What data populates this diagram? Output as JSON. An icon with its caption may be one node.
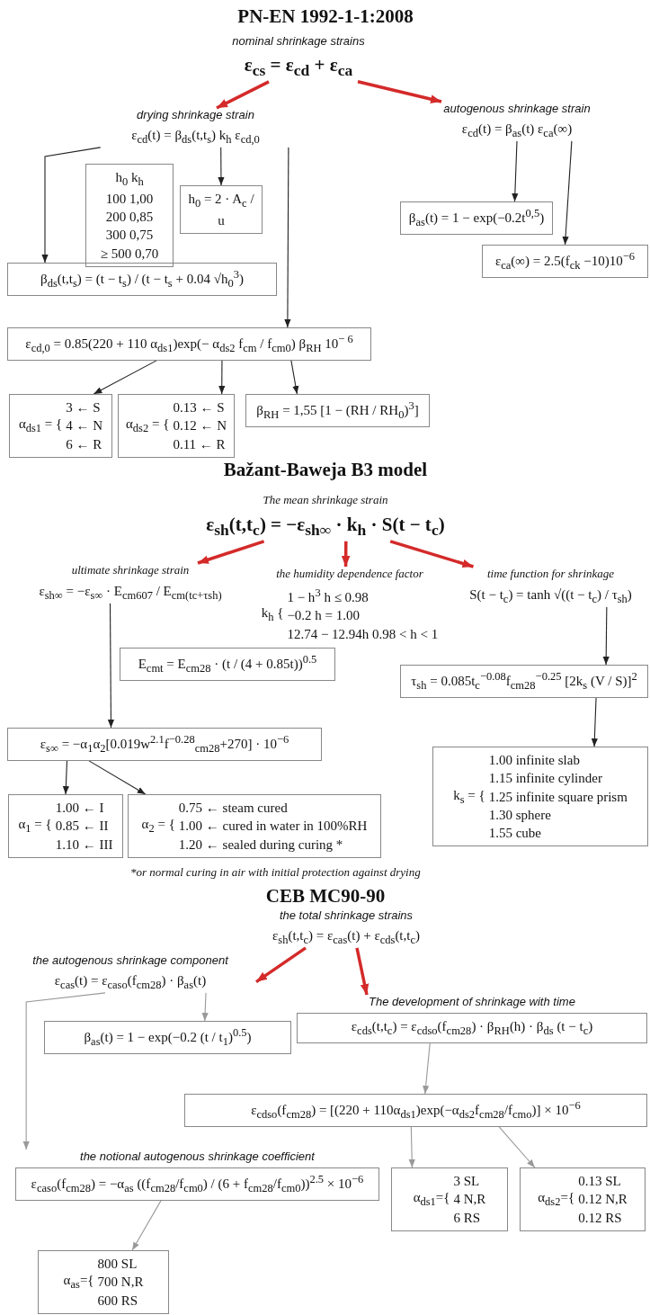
{
  "diagram": {
    "nodes": [
      {
        "text": [
          "nominal shrinkage strains",
          "ε$_{cs}$ = ε$_{cd}$ + ε$_{ca}$"
        ]
      },
      {
        "text": [
          "drying shrinkage strain",
          "ε$_{cd}$(t) = β$_{ds}$(t,t$_{s}$) k$_{h}$ ε$_{cd,0}$"
        ]
      },
      {
        "text": [
          "autogenous shrinkage strain",
          "ε$_{cd}$(t) = β$_{as}$(t) ε$_{ca}$(∞)"
        ]
      },
      {
        "text": [
          "h$_{0}$ k$_{h}$",
          "100 1,00",
          "200 0,85",
          "300 0,75",
          "≥ 500 0,70"
        ]
      },
      {
        "text": [
          "h$_{0}$ = 2 · A$_{c}$ / u"
        ]
      },
      {
        "text": [
          "β$_{ds}$(t,t$_{s}$) = (t − t$_{s}$) / (t − t$_{s}$ + 0.04 √h$_{0}$$^{3}$)"
        ]
      },
      {
        "text": [
          "ε$_{cd,0}$ = 0.85(220 + 110 α$_{ds1}$)exp(− α$_{ds2}$ f$_{cm}$ / f$_{cm0}$) β$_{RH}$ 10$^{− 6}$"
        ]
      },
      {
        "text": [
          "α$_{ds1}$ = {",
          "3 ← S",
          "4 ← N",
          "6 ← R"
        ]
      },
      {
        "text": [
          "α$_{ds2}$ = {",
          "0.13 ← S",
          "0.12 ← N",
          "0.11 ← R"
        ]
      },
      {
        "text": [
          "β$_{RH}$ = 1,55 [1 − (RH / RH$_{0}$)$^{3}$]"
        ]
      },
      {
        "text": [
          "β$_{as}$(t) = 1 − exp(−0.2t$^{0,5}$)"
        ]
      },
      {
        "text": [
          "ε$_{ca}$(∞) = 2.5(f$_{ck}$ −10)10$^{−6}$"
        ]
      },
      {
        "text": [
          "The mean shrinkage strain",
          "ε$_{sh}$(t,t$_{c}$) = −ε$_{sh∞}$ · k$_{h}$ · S(t − t$_{c}$)"
        ]
      },
      {
        "text": [
          "ultimate shrinkage strain",
          "ε$_{sh∞}$ = −ε$_{s∞}$ · E$_{cm607}$ / E$_{cm(tc+τsh)}$"
        ]
      },
      {
        "text": [
          "the humidity dependence factor",
          "k$_{h}$ {",
          "1 − h$^{3}$ h ≤ 0.98",
          "−0.2 h = 1.00",
          "12.74 − 12.94h 0.98 < h < 1"
        ]
      },
      {
        "text": [
          "time function for shrinkage",
          "S(t − t$_{c}$) = tanh √((t − t$_{c}$) / τ$_{sh}$)"
        ]
      },
      {
        "text": [
          "E$_{cmt}$ = E$_{cm28}$ · (t / (4 + 0.85t))$^{0.5}$"
        ]
      },
      {
        "text": [
          "ε$_{s∞}$ = −α$_{1}$α$_{2}$[0.019w$^{2.1}$f$^{−0.28}$$_{cm28}$+270] · 10$^{−6}$"
        ]
      },
      {
        "text": [
          "α$_{1}$ = {",
          "1.00 ← I",
          "0.85 ← II",
          "1.10 ← III"
        ]
      },
      {
        "text": [
          "α$_{2}$ = {",
          "0.75 ← steam cured",
          "1.00 ← cured in water in 100%RH",
          "1.20 ← sealed during curing *"
        ]
      },
      {
        "text": [
          "τ$_{sh}$ = 0.085t$_{c}$$^{−0.08}$f$_{cm28}$$^{−0.25}$ [2k$_{s}$ (V / S)]$^{2}$"
        ]
      },
      {
        "text": [
          "k$_{s}$ = {",
          "1.00 infinite slab",
          "1.15 infinite cylinder",
          "1.25 infinite square prism",
          "1.30 sphere",
          "1.55 cube"
        ]
      },
      {
        "text": [
          "the total shrinkage strains",
          "ε$_{sh}$(t,t$_{c}$) = ε$_{cas}$(t) + ε$_{cds}$(t,t$_{c}$)"
        ]
      },
      {
        "text": [
          "the autogenous shrinkage component",
          "ε$_{cas}$(t) = ε$_{caso}$(f$_{cm28}$) · β$_{as}$(t)"
        ]
      },
      {
        "text": [
          "β$_{as}$(t) = 1 − exp(−0.2 (t / t$_{1}$)$^{0.5}$)"
        ]
      },
      {
        "text": [
          "The development of shrinkage with time",
          "ε$_{cds}$(t,t$_{c}$) = ε$_{cdso}$(f$_{cm28}$) · β$_{RH}$(h) · β$_{ds}$ (t − t$_{c}$)"
        ]
      },
      {
        "text": [
          "ε$_{cdso}$(f$_{cm28}$) = [(220 + 110α$_{ds1}$)exp(−α$_{ds2}$f$_{cm28}$/f$_{cmo}$)] × 10$^{−6}$"
        ]
      },
      {
        "text": [
          "the notional autogenous shrinkage coefficient",
          "ε$_{caso}$(f$_{cm28}$) = −α$_{as}$ ((f$_{cm28}$/f$_{cm0}$) / (6 + f$_{cm28}$/f$_{cm0}$))$^{2.5}$ × 10$^{−6}$"
        ]
      },
      {
        "text": [
          "α$_{ds1}$={",
          "3 SL",
          "4 N,R",
          "6 RS"
        ]
      },
      {
        "text": [
          "α$_{ds2}$={",
          "0.13 SL",
          "0.12 N,R",
          "0.12 RS"
        ]
      },
      {
        "text": [
          "α$_{as}$={",
          "800 SL",
          "700 N,R",
          "600 RS"
        ]
      }
    ],
    "edges": [
      {
        "from": 0,
        "to": 1,
        "arrow": "to",
        "style": "thick",
        "color": "#d42a2a"
      },
      {
        "from": 0,
        "to": 2,
        "arrow": "to",
        "style": "thick",
        "color": "#d42a2a"
      },
      {
        "from": 1,
        "to": 5,
        "arrow": "to"
      },
      {
        "from": 1,
        "to": 4,
        "arrow": "to"
      },
      {
        "from": 1,
        "to": 6,
        "arrow": "to"
      },
      {
        "from": 6,
        "to": 7,
        "arrow": "to"
      },
      {
        "from": 6,
        "to": 8,
        "arrow": "to"
      },
      {
        "from": 6,
        "to": 9,
        "arrow": "to"
      },
      {
        "from": 2,
        "to": 10,
        "arrow": "to"
      },
      {
        "from": 2,
        "to": 11,
        "arrow": "to"
      },
      {
        "from": 12,
        "to": 13,
        "arrow": "to",
        "style": "thick",
        "color": "#d42a2a"
      },
      {
        "from": 12,
        "to": 14,
        "arrow": "to",
        "style": "thick",
        "color": "#d42a2a"
      },
      {
        "from": 12,
        "to": 15,
        "arrow": "to",
        "style": "thick",
        "color": "#d42a2a"
      },
      {
        "from": 13,
        "to": 17,
        "arrow": "to"
      },
      {
        "from": 17,
        "to": 18,
        "arrow": "to"
      },
      {
        "from": 17,
        "to": 19,
        "arrow": "to"
      },
      {
        "from": 15,
        "to": 20,
        "arrow": "to"
      },
      {
        "from": 20,
        "to": 21,
        "arrow": "to"
      },
      {
        "from": 22,
        "to": 23,
        "arrow": "to",
        "style": "thick",
        "color": "#d42a2a"
      },
      {
        "from": 22,
        "to": 25,
        "arrow": "to",
        "style": "thick",
        "color": "#d42a2a"
      },
      {
        "from": 23,
        "to": 24,
        "arrow": "to",
        "color": "#999999"
      },
      {
        "from": 23,
        "to": 27,
        "arrow": "to",
        "color": "#999999"
      },
      {
        "from": 25,
        "to": 26,
        "arrow": "to",
        "color": "#999999"
      },
      {
        "from": 26,
        "to": 28,
        "arrow": "to",
        "color": "#999999"
      },
      {
        "from": 26,
        "to": 29,
        "arrow": "to",
        "color": "#999999"
      },
      {
        "from": 27,
        "to": 30,
        "arrow": "to",
        "color": "#999999"
      }
    ],
    "labels": [
      "PN-EN 1992-1-1:2008",
      "Bažant-Baweja B3 model",
      "*or normal curing in air with initial protection against drying",
      "CEB MC90-90"
    ]
  }
}
